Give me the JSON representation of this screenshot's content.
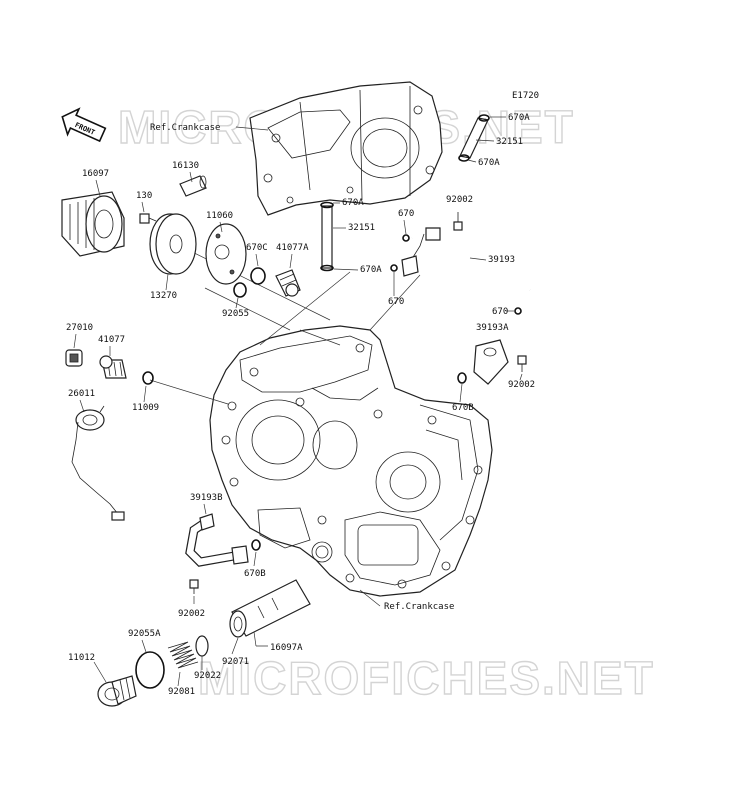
{
  "diagram_code": "E1720",
  "front_label": "FRONT",
  "watermark_text": "MICROFICHES.NET",
  "references": {
    "crankcase_top": "Ref.Crankcase",
    "crankcase_bottom": "Ref.Crankcase"
  },
  "parts": [
    {
      "id": "16097",
      "label": "16097"
    },
    {
      "id": "16130",
      "label": "16130"
    },
    {
      "id": "130",
      "label": "130"
    },
    {
      "id": "11060",
      "label": "11060"
    },
    {
      "id": "670C",
      "label": "670C"
    },
    {
      "id": "41077A",
      "label": "41077A"
    },
    {
      "id": "13270",
      "label": "13270"
    },
    {
      "id": "92055",
      "label": "92055"
    },
    {
      "id": "670A_top1",
      "label": "670A"
    },
    {
      "id": "32151_top",
      "label": "32151"
    },
    {
      "id": "670A_top2",
      "label": "670A"
    },
    {
      "id": "670A_mid1",
      "label": "670A"
    },
    {
      "id": "32151_mid",
      "label": "32151"
    },
    {
      "id": "670A_mid2",
      "label": "670A"
    },
    {
      "id": "92002_top",
      "label": "92002"
    },
    {
      "id": "670_a",
      "label": "670"
    },
    {
      "id": "39193",
      "label": "39193"
    },
    {
      "id": "670_b",
      "label": "670"
    },
    {
      "id": "670_c",
      "label": "670"
    },
    {
      "id": "39193A",
      "label": "39193A"
    },
    {
      "id": "92002_right",
      "label": "92002"
    },
    {
      "id": "670B_right",
      "label": "670B"
    },
    {
      "id": "27010",
      "label": "27010"
    },
    {
      "id": "41077",
      "label": "41077"
    },
    {
      "id": "11009",
      "label": "11009"
    },
    {
      "id": "26011",
      "label": "26011"
    },
    {
      "id": "39193B",
      "label": "39193B"
    },
    {
      "id": "670B_left",
      "label": "670B"
    },
    {
      "id": "92002_bottom",
      "label": "92002"
    },
    {
      "id": "92055A",
      "label": "92055A"
    },
    {
      "id": "11012",
      "label": "11012"
    },
    {
      "id": "92081",
      "label": "92081"
    },
    {
      "id": "92022",
      "label": "92022"
    },
    {
      "id": "92071",
      "label": "92071"
    },
    {
      "id": "16097A",
      "label": "16097A"
    }
  ]
}
